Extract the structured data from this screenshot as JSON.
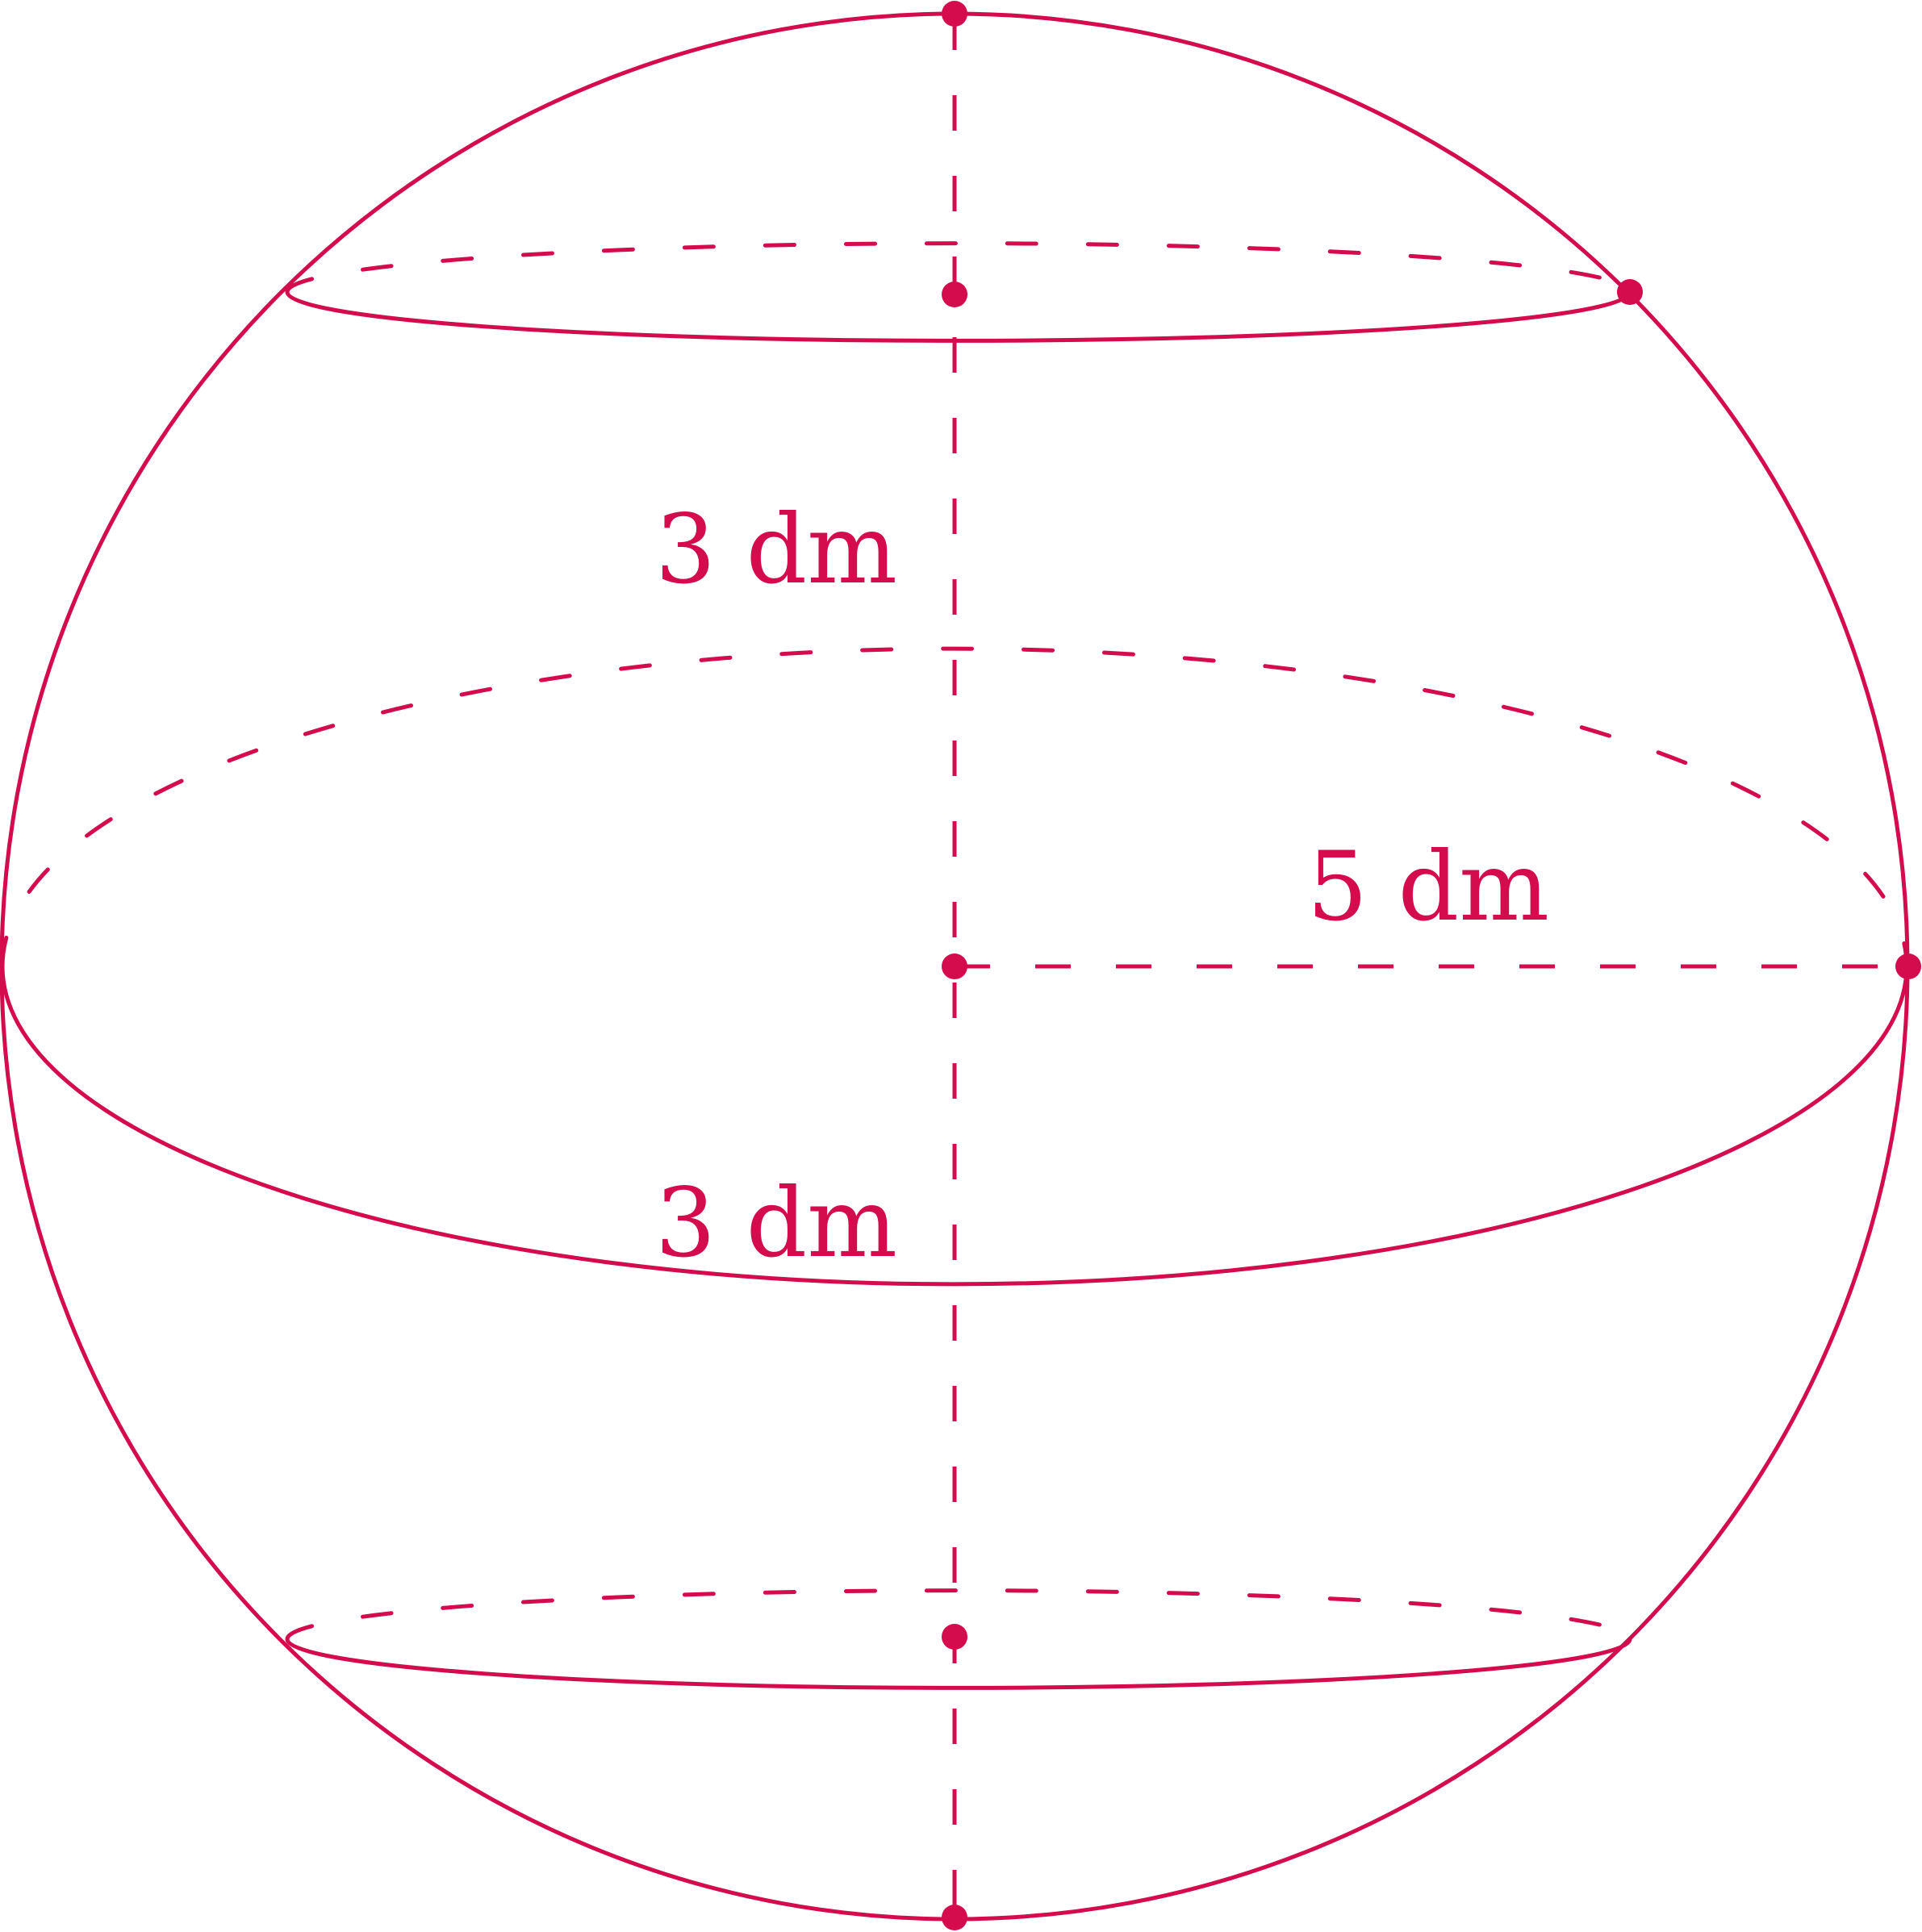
{
  "colors": {
    "accent": "#D40C4E",
    "background": "#FFFFFF"
  },
  "labels": {
    "upper_height": "3 dm",
    "radius": "5 dm",
    "lower_height": "3 dm"
  }
}
